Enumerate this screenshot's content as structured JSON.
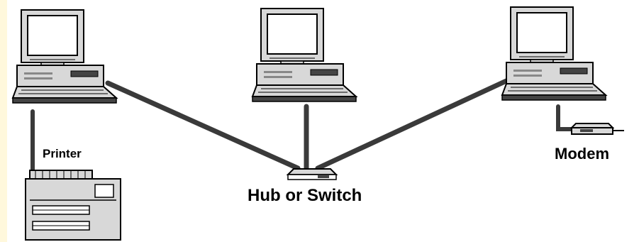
{
  "labels": {
    "printer": "Printer",
    "hub": "Hub or Switch",
    "modem": "Modem"
  },
  "colors": {
    "background": "#ffffff",
    "left_edge_strip": "#fff8dc",
    "cable": "#3a3a3a",
    "outline": "#000000",
    "device_fill": "#d8d8d8",
    "screen_fill": "#ffffff",
    "dark_fill": "#444444"
  },
  "nodes": [
    {
      "id": "computer-left",
      "type": "computer",
      "icon": "computer-icon"
    },
    {
      "id": "computer-center",
      "type": "computer",
      "icon": "computer-icon"
    },
    {
      "id": "computer-right",
      "type": "computer",
      "icon": "computer-icon"
    },
    {
      "id": "printer",
      "type": "printer",
      "icon": "printer-icon"
    },
    {
      "id": "hub",
      "type": "hub",
      "icon": "hub-switch-icon"
    },
    {
      "id": "modem",
      "type": "modem",
      "icon": "modem-icon"
    }
  ],
  "edges": [
    {
      "from": "computer-left",
      "to": "hub"
    },
    {
      "from": "computer-center",
      "to": "hub"
    },
    {
      "from": "computer-right",
      "to": "hub"
    },
    {
      "from": "computer-left",
      "to": "printer"
    },
    {
      "from": "computer-right",
      "to": "modem"
    }
  ]
}
